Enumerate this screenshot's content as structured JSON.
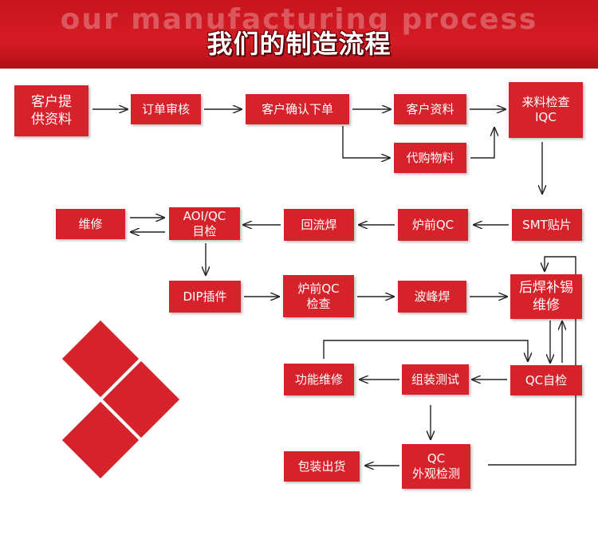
{
  "header": {
    "title_en": "our manufacturing process",
    "title_cn": "我们的制造流程"
  },
  "steps": {
    "customer_info": "客户提\n供资料",
    "order_review": "订单审核",
    "customer_confirm": "客户确认下单",
    "customer_material": "客户资料",
    "purchase_material": "代购物料",
    "incoming_iqc": "来料检查\nIQC",
    "smt": "SMT贴片",
    "pre_furnace_qc": "炉前QC",
    "reflow": "回流焊",
    "aoi": "AOI/QC\n目检",
    "repair_1": "维修",
    "dip": "DIP插件",
    "pre_furnace_check": "炉前QC\n检查",
    "wave_solder": "波峰焊",
    "post_solder": "后焊补锡\n维修",
    "qc_self": "QC自检",
    "assembly_test": "组装测试",
    "function_repair": "功能维修",
    "qc_appearance": "QC\n外观检测",
    "packing": "包装出货"
  },
  "colors": {
    "accent": "#d6222b",
    "header": "#c8141d",
    "arrow": "#222222"
  }
}
